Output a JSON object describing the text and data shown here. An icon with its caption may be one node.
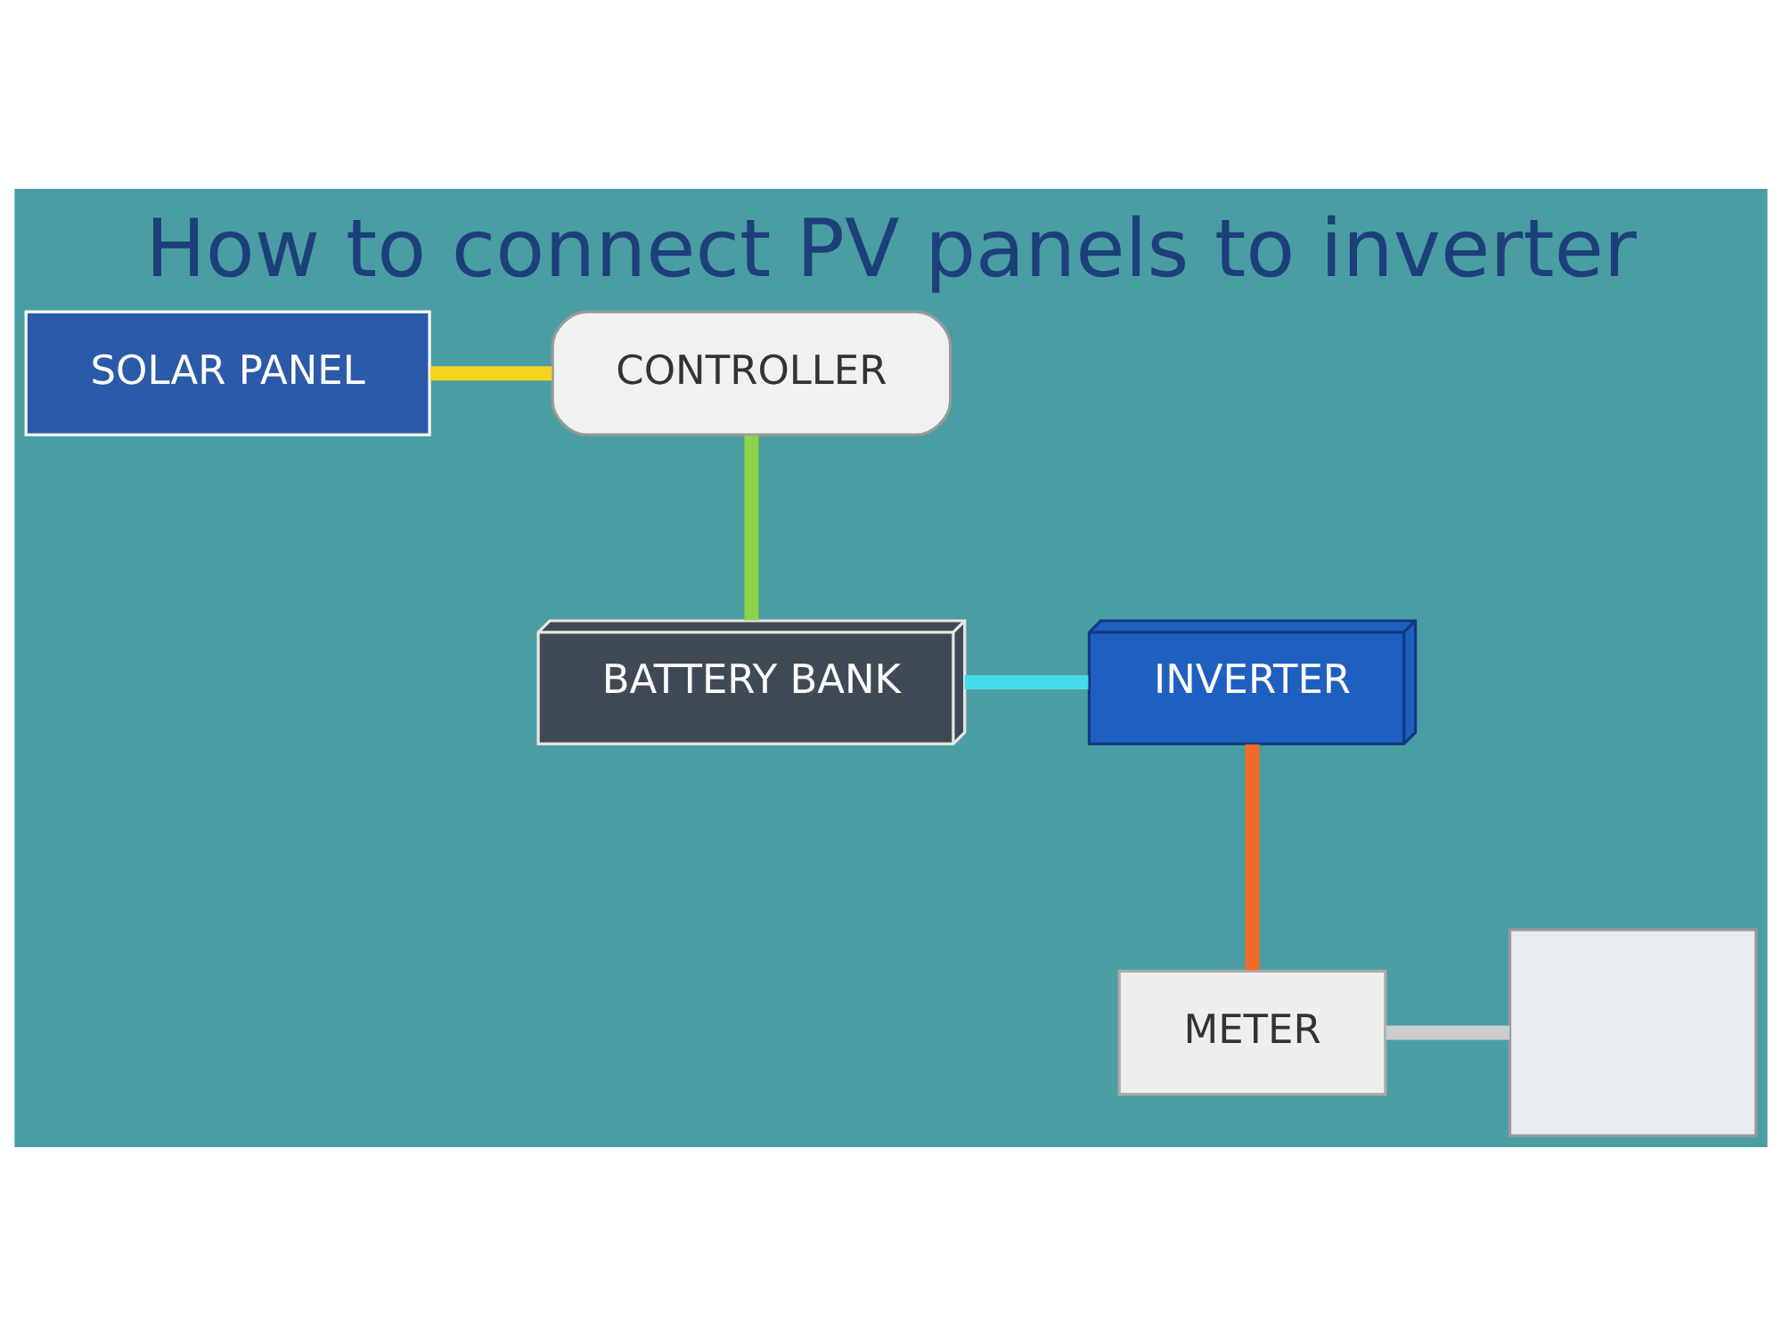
{
  "diagram": {
    "title": "How to connect PV panels to inverter",
    "nodes": [
      {
        "text": [
          "SOLAR PANEL"
        ]
      },
      {
        "text": [
          "CONTROLLER"
        ]
      },
      {
        "text": [
          "BATTERY BANK"
        ]
      },
      {
        "text": [
          "INVERTER"
        ]
      },
      {
        "text": [
          "METER"
        ]
      },
      {
        "text": [],
        "shape": "box"
      }
    ],
    "edges": [
      {
        "from": 0,
        "to": 1,
        "arrow": "none",
        "color": "#f5d41f"
      },
      {
        "from": 1,
        "to": 2,
        "arrow": "none",
        "color": "#8cd24a"
      },
      {
        "from": 2,
        "to": 3,
        "arrow": "none",
        "color": "#45dbe8"
      },
      {
        "from": 3,
        "to": 4,
        "arrow": "none",
        "color": "#f06a2a"
      },
      {
        "from": 4,
        "to": 5,
        "arrow": "none",
        "color": "#c9cdd0"
      }
    ]
  }
}
